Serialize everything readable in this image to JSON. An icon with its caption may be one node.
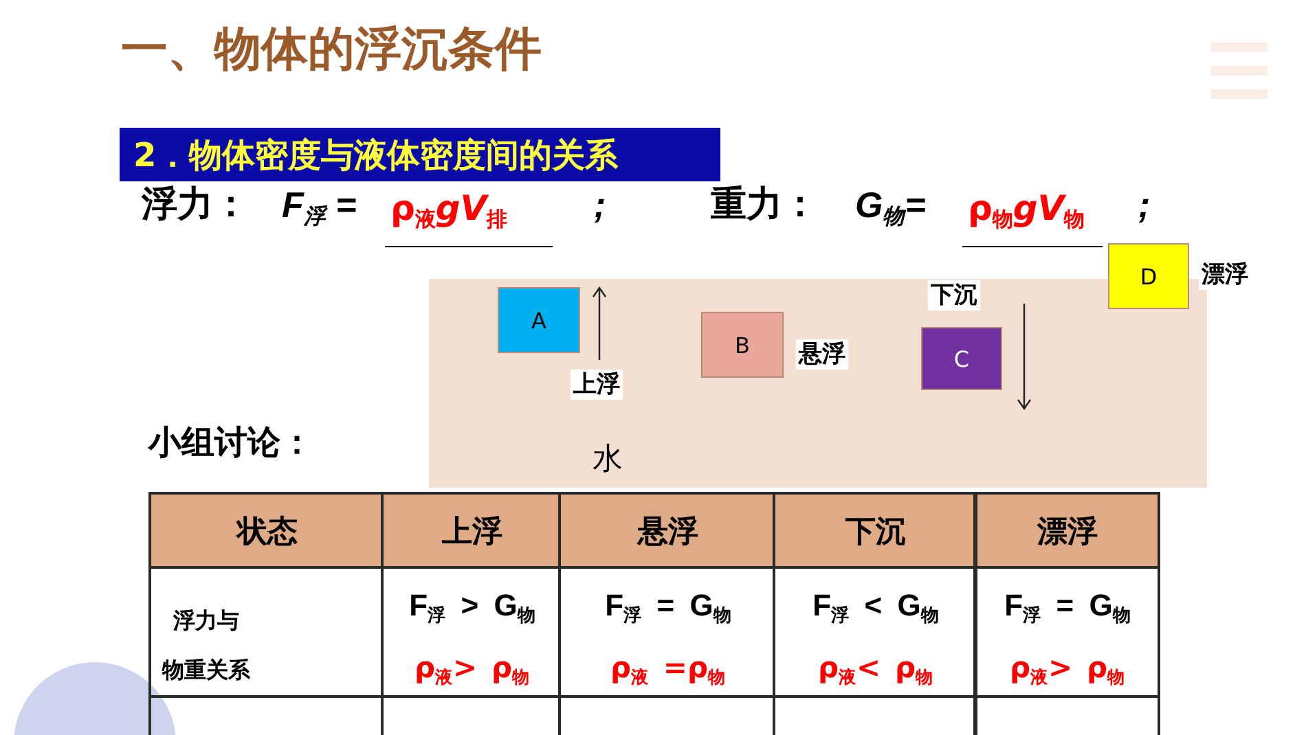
{
  "diagram": {
    "title": "一、物体的浮沉条件",
    "nodes": [
      {
        "text": [
          "2．物体密度与液体密度间的关系"
        ]
      },
      {
        "text": [
          "水"
        ]
      },
      {
        "text": [
          "A"
        ],
        "in": 1,
        "beside": [
          "上浮"
        ]
      },
      {
        "text": [
          "B"
        ],
        "in": 1,
        "beside": [
          "悬浮"
        ]
      },
      {
        "text": [
          "C"
        ],
        "in": 1,
        "beside": [
          "下沉"
        ]
      },
      {
        "text": [
          "D"
        ],
        "beside": [
          "漂浮"
        ]
      }
    ],
    "labels": [
      "浮力：",
      "F$_{浮}$ =",
      "ρ$_{液}$*gV*$_{排}$",
      ";",
      "重力：",
      "G$_{物}$=",
      "ρ$_{物}$*gV*$_{物}$",
      ";",
      "小组讨论：",
      "状态",
      "上浮",
      "悬浮",
      "下沉",
      "漂浮",
      "浮力与物重关系",
      "F$_{浮}$ > G$_{物}$",
      "ρ$_{液}$> ρ$_{物}$",
      "F$_{浮}$ = G$_{物}$",
      "ρ$_{液}$ =ρ$_{物}$",
      "F$_{浮}$ < G$_{物}$",
      "ρ$_{液}$< ρ$_{物}$",
      "F$_{浮}$ = G$_{物}$",
      "ρ$_{液}$> ρ$_{物}$"
    ]
  }
}
